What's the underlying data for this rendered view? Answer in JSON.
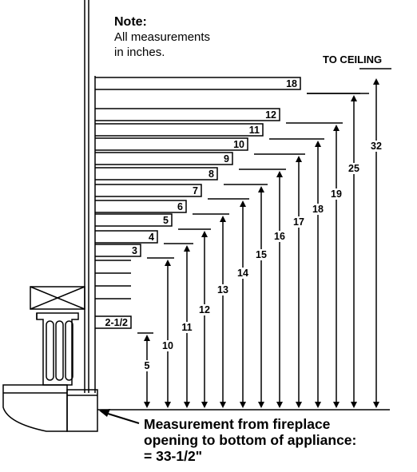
{
  "note": {
    "title": "Note:",
    "lines": [
      "All measurements",
      "in inches."
    ]
  },
  "top_label": "TO CEILING",
  "caption": {
    "lines": [
      "Measurement from fireplace",
      "opening to bottom of appliance:",
      "= 33-1/2\""
    ]
  },
  "clearances": [
    {
      "shelf_depth": "2-1/2",
      "height": "5"
    },
    {
      "shelf_depth": "3",
      "height": "10"
    },
    {
      "shelf_depth": "4",
      "height": "11"
    },
    {
      "shelf_depth": "5",
      "height": "12"
    },
    {
      "shelf_depth": "6",
      "height": "13"
    },
    {
      "shelf_depth": "7",
      "height": "14"
    },
    {
      "shelf_depth": "8",
      "height": "15"
    },
    {
      "shelf_depth": "9",
      "height": "16"
    },
    {
      "shelf_depth": "10",
      "height": "17"
    },
    {
      "shelf_depth": "11",
      "height": "18"
    },
    {
      "shelf_depth": "12",
      "height": "19"
    },
    {
      "shelf_depth": "18",
      "height": "25"
    },
    {
      "shelf_depth": "",
      "height": "32"
    }
  ],
  "colors": {
    "ink": "#000000",
    "background": "#ffffff"
  }
}
